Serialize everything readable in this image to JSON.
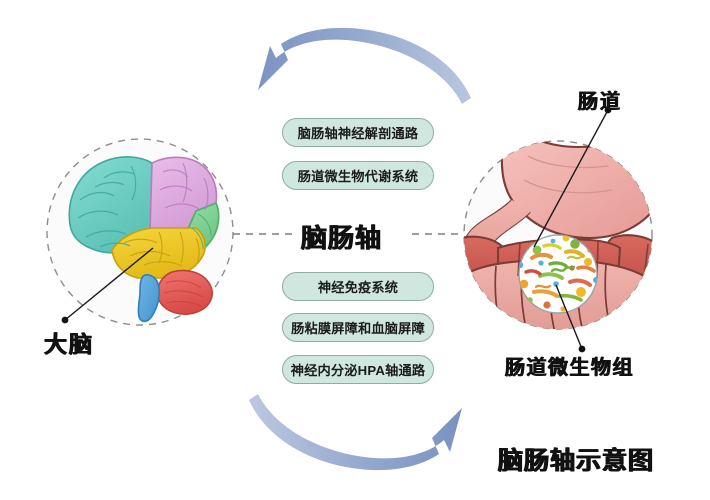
{
  "figure": {
    "title": "脑肠轴示意图",
    "center_label": "脑肠轴",
    "background_color": "#ffffff"
  },
  "left_node": {
    "name": "brain-node",
    "label": "大脑",
    "illustration": "brain-illustration",
    "dashed_circle": true,
    "lobe_colors": {
      "frontal": "#6fd0c6",
      "parietal": "#e0b0e0",
      "temporal": "#f2cc2e",
      "occipital": "#86d49a",
      "cerebellum": "#e9615c",
      "brainstem": "#5aa8dd"
    }
  },
  "right_node": {
    "name": "gut-node",
    "label": "肠道",
    "sub_label": "肠道微生物组",
    "illustration": "gut-illustration",
    "dashed_circle": true,
    "colors": {
      "stomach": "#efa8a4",
      "small_intestine": "#e9a59e",
      "colon": "#cf5d55",
      "microbiome_disc": "#ffffff"
    }
  },
  "pathways": {
    "upper": [
      "脑肠轴神经解剖通路",
      "肠道微生物代谢系统"
    ],
    "lower": [
      "神经免疫系统",
      "肠粘膜屏障和血脑屏障",
      "神经内分泌HPA轴通路"
    ],
    "box_fill": "#cfe7df",
    "box_border": "#8fada4"
  },
  "arrows": [
    {
      "name": "gut-to-brain-arrow",
      "direction": "right-to-left",
      "position": "top",
      "color": "#8098c4"
    },
    {
      "name": "brain-to-gut-arrow",
      "direction": "left-to-right",
      "position": "bottom",
      "color": "#8098c4"
    }
  ]
}
